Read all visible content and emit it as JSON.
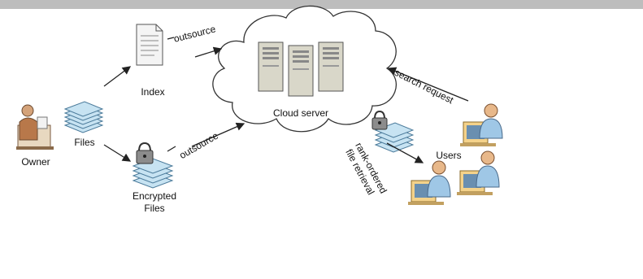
{
  "diagram": {
    "owner_label": "Owner",
    "files_label": "Files",
    "index_label": "Index",
    "encrypted_files_label_line1": "Encrypted",
    "encrypted_files_label_line2": "Files",
    "cloud_server_label": "Cloud server",
    "users_label": "Users",
    "outsource_index_label": "outsource",
    "outsource_files_label": "outsource",
    "search_request_label": "search request",
    "retrieval_label_line1": "rank-ordered",
    "retrieval_label_line2": "file retrieval"
  },
  "colors": {
    "top_band": "#bdbdbd",
    "cloud_fill": "#ffffff",
    "stack_fill": "#c7e3f2",
    "monitor_fill": "#f4d28a",
    "user_shirt": "#9fc7e6",
    "server_fill": "#d9d7c9"
  }
}
